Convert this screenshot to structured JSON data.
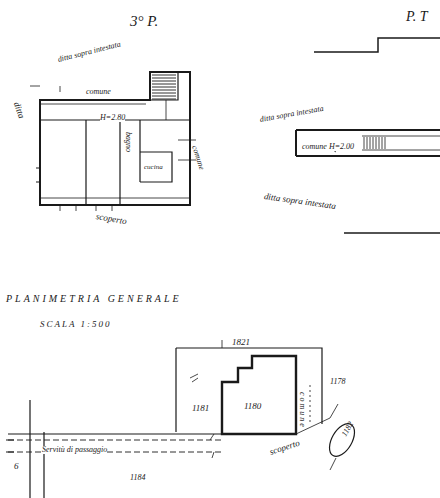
{
  "diagram": {
    "title": "PLANIMETRIA GENERALE",
    "labels": [
      "3° P.",
      "P. T",
      "ditta sopra intestata",
      "comune",
      "ditta",
      "H=2.80",
      "bagno",
      "cucina",
      "comune",
      "scoperto",
      "ditta sopra intestata",
      "comune H=2.00",
      "ditta sopra intestata",
      "SCALA 1:500",
      "1821",
      "1181",
      "1180",
      "1178",
      "comune",
      "1182",
      "Servitù di passaggio",
      "scoperto",
      "1184",
      "6"
    ]
  }
}
